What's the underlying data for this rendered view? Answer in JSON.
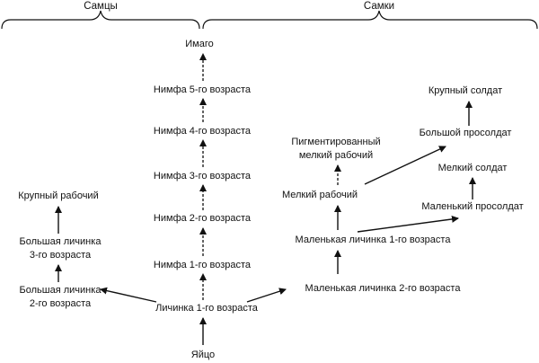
{
  "headers": {
    "males": "Самцы",
    "females": "Самки"
  },
  "center_column": {
    "egg": "Яйцо",
    "larva_1": "Личинка 1-го возраста",
    "nymph_1": "Нимфа 1-го возраста",
    "nymph_2": "Нимфа 2-го возраста",
    "nymph_3": "Нимфа 3-го возраста",
    "nymph_4": "Нимфа 4-го возраста",
    "nymph_5": "Нимфа 5-го возраста",
    "imago": "Имаго"
  },
  "male_column": {
    "large_larva_2_line1": "Большая личинка",
    "large_larva_2_line2": "2-го возраста",
    "large_larva_3_line1": "Большая личинка",
    "large_larva_3_line2": "3-го возраста",
    "large_worker": "Крупный рабочий"
  },
  "female_column": {
    "small_larva_2": "Маленькая личинка 2-го возраста",
    "small_larva_1": "Маленькая личинка 1-го возраста",
    "small_worker": "Мелкий рабочий",
    "pigmented_worker_line1": "Пигментированный",
    "pigmented_worker_line2": "мелкий рабочий",
    "small_presoldier": "Маленький просолдат",
    "small_soldier": "Мелкий солдат",
    "large_presoldier": "Большой просолдат",
    "large_soldier": "Крупный солдат"
  },
  "colors": {
    "ink": "#111111",
    "background": "#ffffff"
  }
}
